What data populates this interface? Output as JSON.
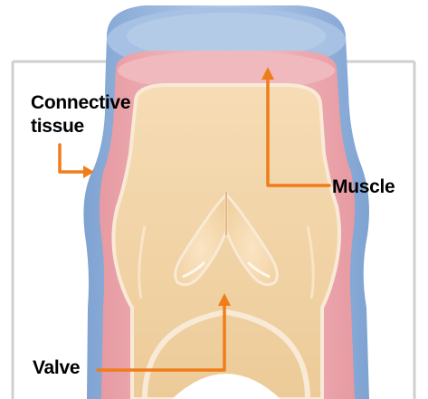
{
  "labels": {
    "connective_tissue_line1": "Connective",
    "connective_tissue_line2": "tissue",
    "muscle": "Muscle",
    "valve": "Valve"
  },
  "colors": {
    "background": "#ffffff",
    "frame_line": "#cfcfcf",
    "connective_tissue_outer": "#8fb2dc",
    "connective_tissue_light": "#b8cfe9",
    "muscle_layer": "#e9a8ae",
    "muscle_light": "#f2c4c4",
    "valve_tissue": "#f0d2a6",
    "valve_highlight": "#fbe6c8",
    "valve_edge": "#f7ead8",
    "arrow": "#ef7d1a",
    "label_text": "#000000"
  }
}
